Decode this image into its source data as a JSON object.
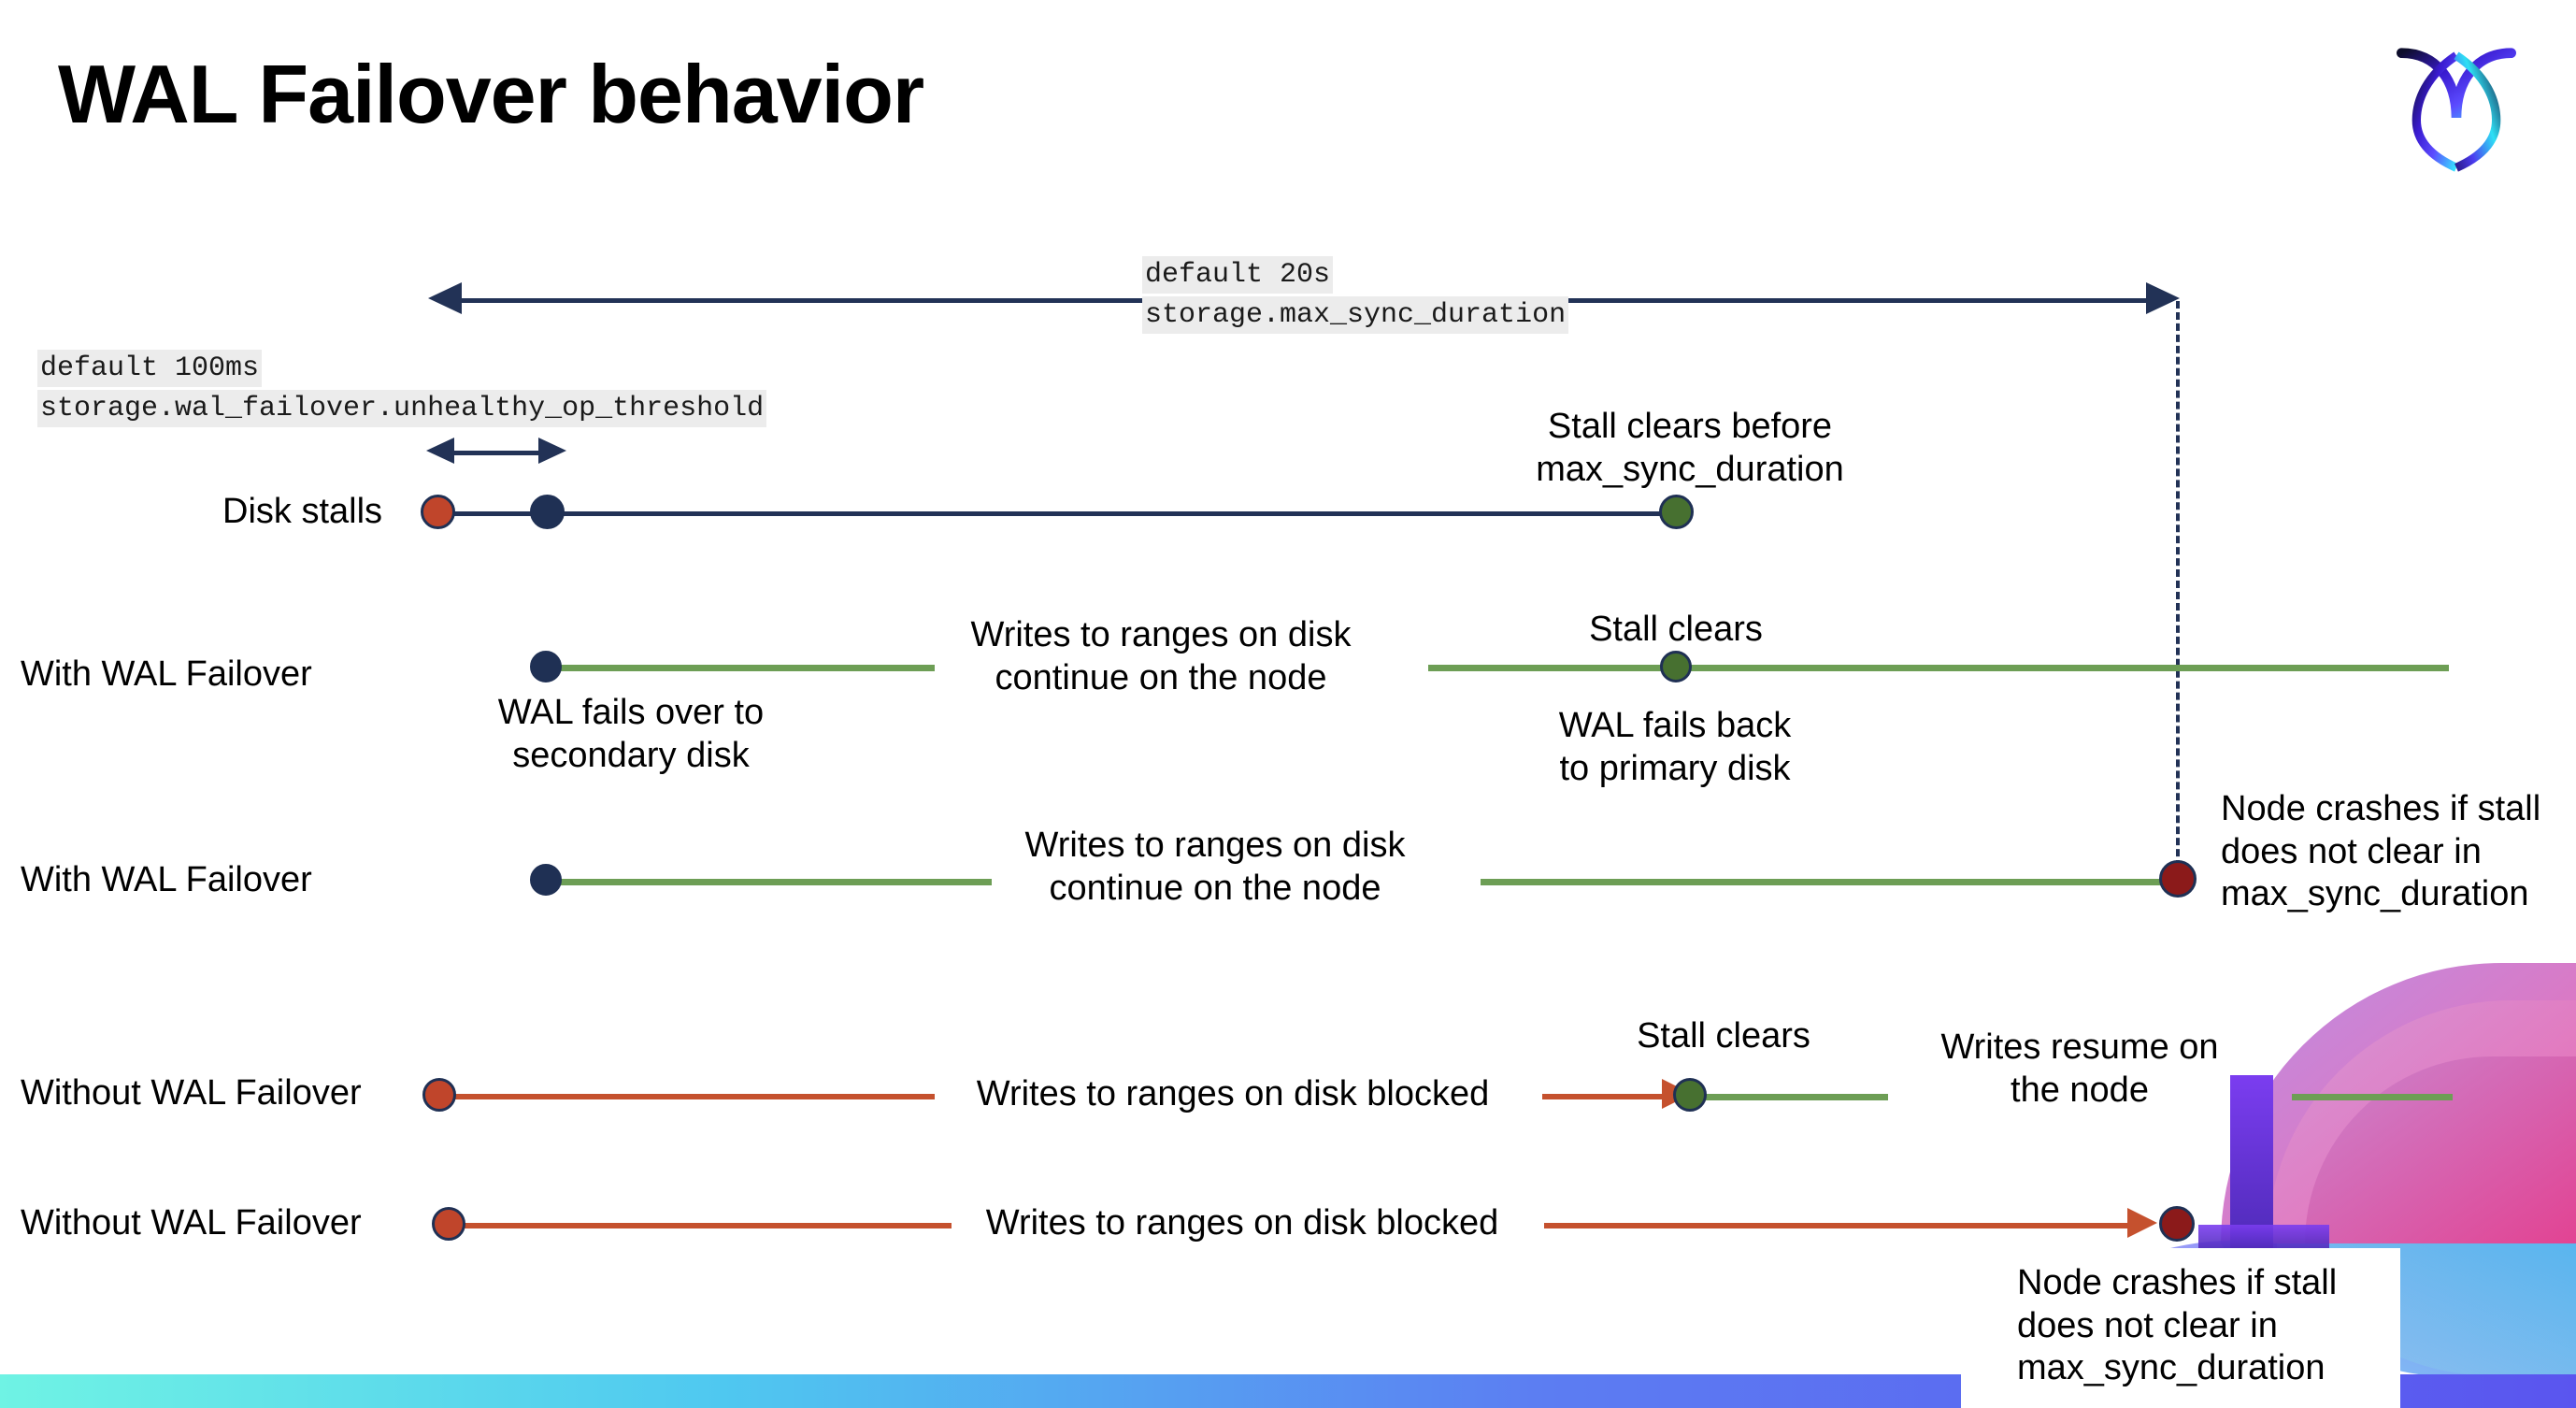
{
  "slide": {
    "title": "WAL Failover behavior",
    "logo_name": "cockroachdb-logo"
  },
  "colors": {
    "navy": "#1f3054",
    "green_line": "#6d9e55",
    "green_dot": "#477030",
    "red_line": "#c5512e",
    "orange_dot": "#c0452b",
    "dark_red_dot": "#8b1a1a",
    "code_bg": "#ececec",
    "bottom_bar_from": "#6ff3e4",
    "bottom_bar_to": "#5a55ef"
  },
  "settings": [
    {
      "id": "max-sync-duration",
      "default_label": "default 20s",
      "setting_name": "storage.max_sync_duration"
    },
    {
      "id": "unhealthy-op-threshold",
      "default_label": "default 100ms",
      "setting_name": "storage.wal_failover.unhealthy_op_threshold"
    }
  ],
  "rows": [
    {
      "id": "disk-stalls",
      "label": "Disk stalls",
      "annotations": [
        "Stall clears before\nmax_sync_duration"
      ]
    },
    {
      "id": "with-wal-failover-clears",
      "label": "With WAL Failover",
      "annotations": [
        "WAL fails over to\nsecondary disk",
        "Writes to ranges on disk\ncontinue on the node",
        "Stall clears",
        "WAL fails  back\nto primary disk"
      ]
    },
    {
      "id": "with-wal-failover-crash",
      "label": "With WAL Failover",
      "annotations": [
        "Writes to ranges on disk\ncontinue on the node",
        "Node crashes if stall\ndoes not clear in\nmax_sync_duration"
      ]
    },
    {
      "id": "without-wal-failover-clears",
      "label": "Without WAL Failover",
      "annotations": [
        "Writes to ranges on disk  blocked",
        "Stall clears",
        "Writes resume on\nthe node"
      ]
    },
    {
      "id": "without-wal-failover-crash",
      "label": "Without WAL Failover",
      "annotations": [
        "Writes to ranges on disk  blocked",
        "Node crashes if stall\ndoes not clear in\nmax_sync_duration"
      ]
    }
  ],
  "annotations": {
    "stall_clears_before": "Stall clears before\nmax_sync_duration",
    "wal_fails_over": "WAL fails over to\nsecondary disk",
    "writes_continue_1": "Writes to ranges on disk\ncontinue on the node",
    "stall_clears_2": "Stall clears",
    "wal_fails_back": "WAL fails  back\nto primary disk",
    "writes_continue_2": "Writes to ranges on disk\ncontinue on the node",
    "node_crashes_1": "Node crashes if stall\ndoes not clear in\nmax_sync_duration",
    "writes_blocked_1": "Writes to ranges on disk  blocked",
    "stall_clears_3": "Stall clears",
    "writes_resume": "Writes resume on\nthe node",
    "writes_blocked_2": "Writes to ranges on disk  blocked",
    "node_crashes_2": "Node crashes if stall\ndoes not clear in\nmax_sync_duration"
  }
}
